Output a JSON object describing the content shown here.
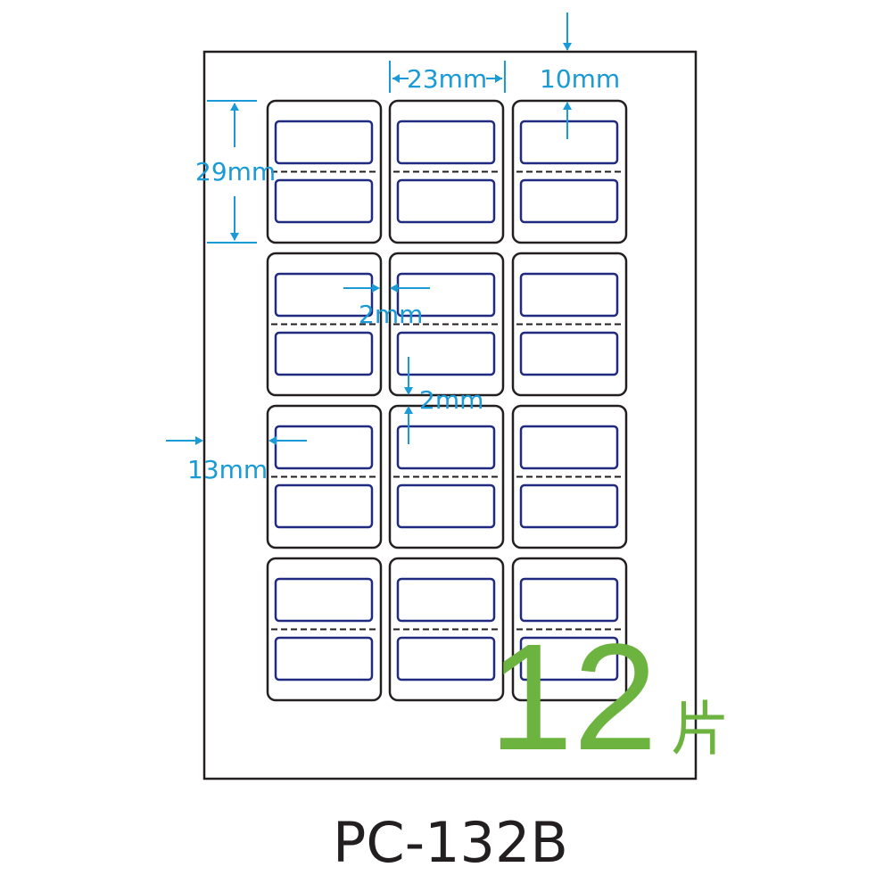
{
  "model": "PC-132B",
  "count": {
    "number": "12",
    "unit": "片"
  },
  "dimensions": {
    "label_width": "23mm",
    "top_margin": "10mm",
    "label_height": "29mm",
    "horizontal_gap": "2mm",
    "vertical_gap": "2mm",
    "left_margin": "13mm"
  },
  "layout": {
    "columns": 3,
    "rows": 4,
    "labels_per_cell": 2
  },
  "colors": {
    "dimension": "#1a9ad6",
    "count": "#6db33f",
    "inner_frame": "#1f2a80",
    "outline": "#231f20"
  }
}
